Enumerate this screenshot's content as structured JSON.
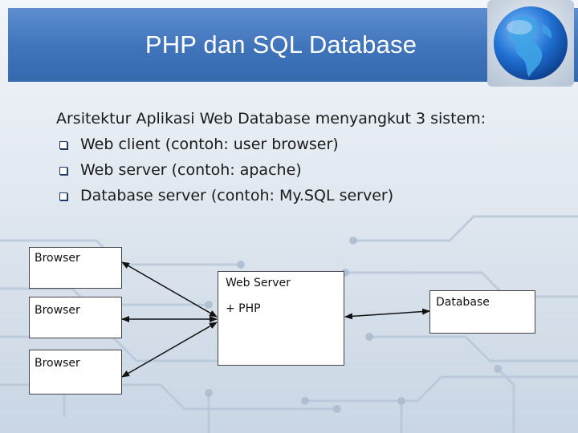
{
  "title": "PHP dan SQL Database",
  "intro": {
    "lead": "Arsitektur Aplikasi Web Database menyangkut 3 sistem:",
    "items": [
      "Web client (contoh: user browser)",
      "Web server (contoh: apache)",
      "Database server (contoh: My.SQL server)"
    ]
  },
  "diagram": {
    "browsers": [
      "Browser",
      "Browser",
      "Browser"
    ],
    "web_server": {
      "line1": "Web Server",
      "line2": "+ PHP"
    },
    "database": "Database"
  },
  "colors": {
    "banner": "#3f73ba",
    "bullet": "#1f3b73",
    "background": "#dde5ee"
  }
}
